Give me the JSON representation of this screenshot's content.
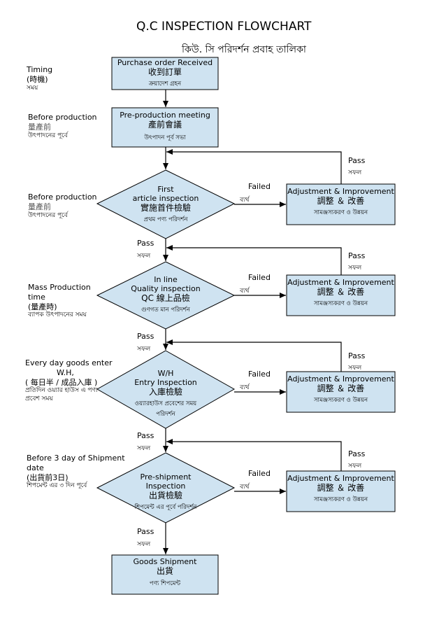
{
  "title": "Q.C INSPECTION FLOWCHART",
  "subtitle": "কিউ. সি পরিদর্শন প্রবাহ তালিকা",
  "colors": {
    "box_fill": "#cfe3f1",
    "stroke": "#000000"
  },
  "left_labels": [
    {
      "lines": [
        "Timing",
        "(時機)",
        "সময়"
      ]
    },
    {
      "lines": [
        "Before production",
        "量產前",
        "উৎপাদনের পূর্বে"
      ]
    },
    {
      "lines": [
        "Before production",
        "量產前",
        "উৎপাদনের পূর্বে"
      ]
    },
    {
      "lines": [
        "Mass Production",
        "time",
        "(量產時)",
        "ব্যাপক উৎপাদনের সময়"
      ]
    },
    {
      "lines": [
        "Every day goods enter",
        "W.H,",
        "( 每日半 / 成品入庫 )",
        "প্রতিদিন ওয়্যার হাউস এ পণ্য",
        "প্রবেশ সময়"
      ]
    },
    {
      "lines": [
        "Before 3 day of Shipment",
        "date",
        "(出貨前3日)",
        "শিপমেন্ট এর ৩ দিন পূর্বে"
      ]
    }
  ],
  "steps": {
    "purchase_order": {
      "en": "Purchase order Received",
      "zh": "收到訂單",
      "bn": "ক্রয়াদেশ গ্রহন"
    },
    "pre_production": {
      "en": "Pre-production meeting",
      "zh": "產前會議",
      "bn": "উৎপাদন পূর্ব সভা"
    },
    "first_article": {
      "en1": "First",
      "en2": "article inspection",
      "zh": "實施首件檢驗",
      "bn": "প্রথম পণ্য পরিদর্শন"
    },
    "inline_qc": {
      "en1": "In line",
      "en2": "Quality inspection",
      "zh": "QC 線上品檢",
      "bn": "গুণগত মান পরিদর্শন"
    },
    "wh_entry": {
      "en1": "W/H",
      "en2": "Entry Inspection",
      "zh": "入庫檢驗",
      "bn1": "ওয়্যারহাউস প্রবেশের সময়",
      "bn2": "পরিদর্শন"
    },
    "pre_shipment": {
      "en1": "Pre-shipment",
      "en2": "Inspection",
      "zh": "出貨檢驗",
      "bn": "শিপমেন্ট এর পূর্বে পরিদর্শন"
    },
    "goods_shipment": {
      "en": "Goods Shipment",
      "zh": "出貨",
      "bn": "পণ্য শিপমেন্ট"
    }
  },
  "adjustment": {
    "en": "Adjustment & Improvement",
    "zh": "調整 ＆ 改善",
    "bn": "সামঞ্জস্যকরণ ও উন্নয়ন"
  },
  "labels": {
    "pass_en": "Pass",
    "pass_bn": "সফল",
    "failed_en": "Failed",
    "failed_bn": "ব্যর্থ"
  }
}
